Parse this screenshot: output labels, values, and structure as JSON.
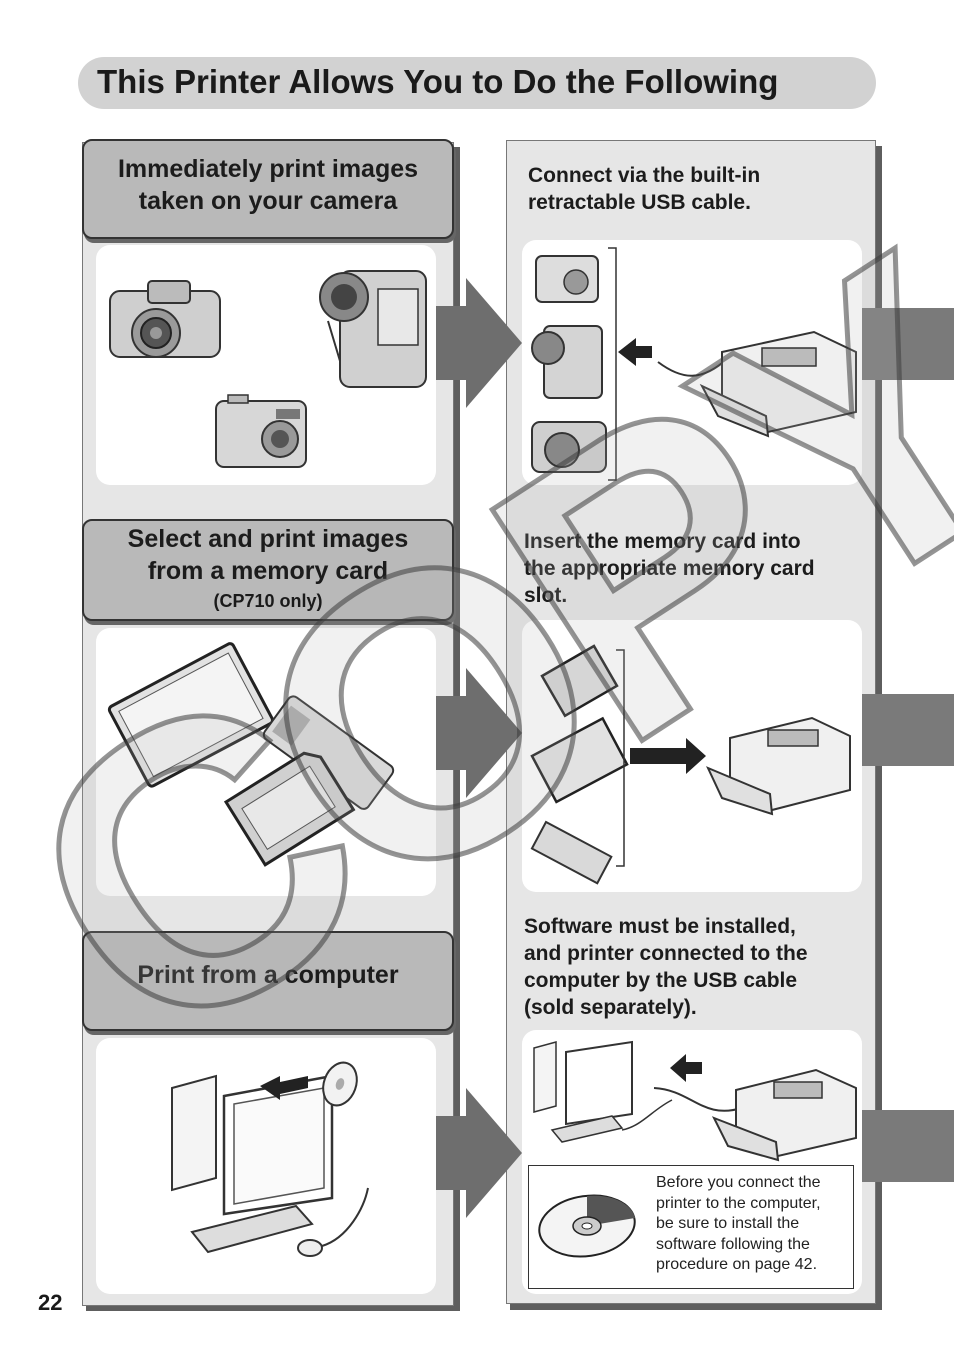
{
  "page": {
    "title": "This Printer Allows You to Do the Following",
    "page_number": "22",
    "watermark": "COPY"
  },
  "features": [
    {
      "title_line1": "Immediately print images",
      "title_line2": "taken on your camera"
    },
    {
      "title_line1": "Select and print images",
      "title_line2": "from a memory card",
      "subtitle": "(CP710 only)"
    },
    {
      "title_line1": "Print from a computer"
    }
  ],
  "steps": [
    {
      "line1": "Connect via the built-in",
      "line2": "retractable USB cable."
    },
    {
      "line1": "Insert the memory card into",
      "line2": "the appropriate memory card",
      "line3": "slot."
    },
    {
      "line1": "Software must be installed,",
      "line2": "and printer connected to the",
      "line3": "computer by the USB cable",
      "line4": "(sold separately)."
    }
  ],
  "note": {
    "line1": "Before you connect the",
    "line2": "printer to the computer,",
    "line3": "be sure to install the",
    "line4": "software following the",
    "line5": "procedure on page 42."
  },
  "colors": {
    "title_bar": "#d2d2d2",
    "feature_box": "#b9b9b9",
    "column_bg": "#e6e6e6",
    "arrow": "#6e6e6e",
    "side_tab": "#7a7a7a"
  }
}
